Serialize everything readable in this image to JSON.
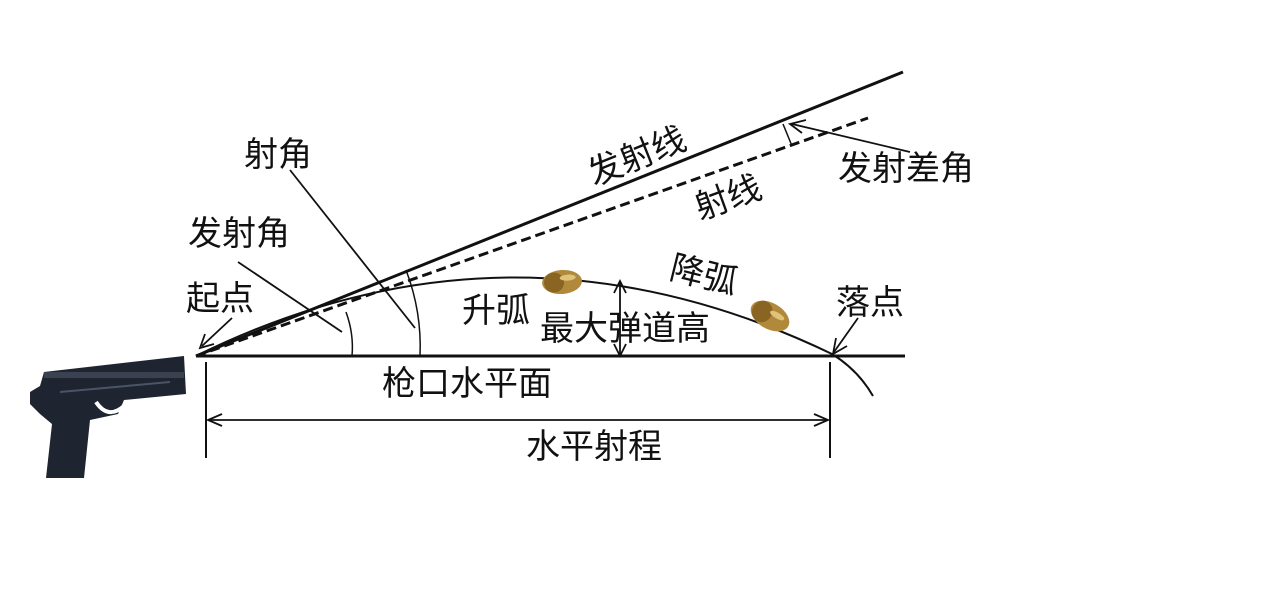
{
  "labels": {
    "firing_line": "发射线",
    "launch_diff_angle": "发射差角",
    "line_of_departure": "射线",
    "angle_of_elevation": "射角",
    "launch_angle": "发射角",
    "start_point": "起点",
    "descending_branch": "降弧",
    "ascending_branch": "升弧",
    "max_ordinate": "最大弹道高",
    "impact_point": "落点",
    "muzzle_plane": "枪口水平面",
    "horizontal_range": "水平射程"
  },
  "colors": {
    "line": "#111111",
    "background": "#ffffff",
    "pistol_body": "#1e2430",
    "bullet": "#b08a3a"
  },
  "icons": [
    "pistol-icon",
    "bullet-icon"
  ]
}
